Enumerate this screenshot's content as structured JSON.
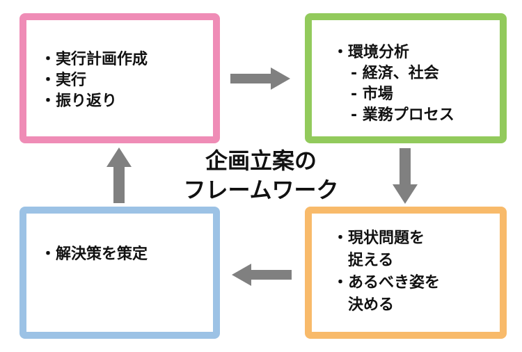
{
  "title": {
    "line1": "企画立案の",
    "line2": "フレームワーク"
  },
  "boxes": {
    "top_left": {
      "color": "#ef8cb6",
      "items": [
        "実行計画作成",
        "実行",
        "振り返り"
      ]
    },
    "top_right": {
      "color": "#92ca5c",
      "heading": "環境分析",
      "subitems": [
        "- 経済、社会",
        "- 市場",
        "- 業務プロセス"
      ]
    },
    "bottom_left": {
      "color": "#9cc2e5",
      "items": [
        "解決策を策定"
      ]
    },
    "bottom_right": {
      "color": "#f8ba6a",
      "items": [
        {
          "line1": "現状問題を",
          "line2": "捉える"
        },
        {
          "line1": "あるべき姿を",
          "line2": "決める"
        }
      ]
    }
  },
  "bullet": "・",
  "arrow_color": "#808080"
}
